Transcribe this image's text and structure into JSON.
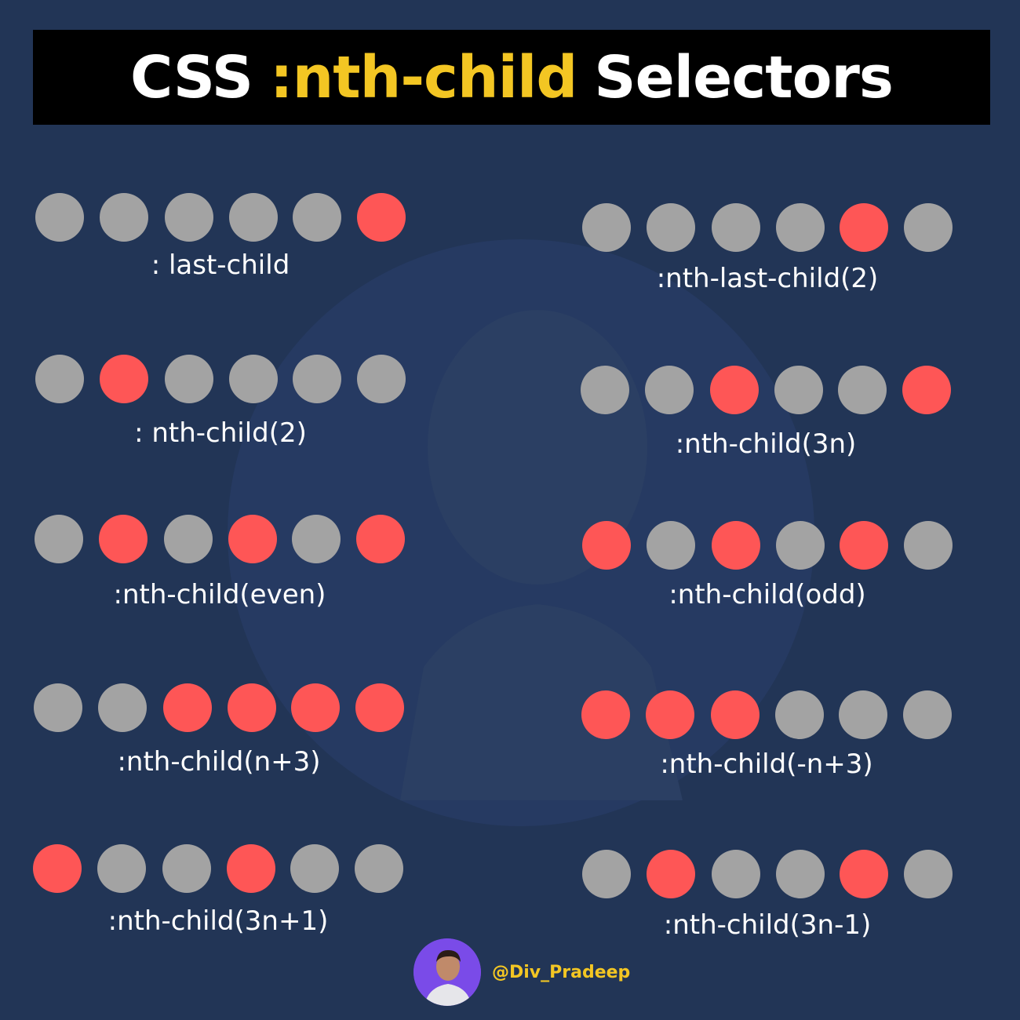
{
  "title": {
    "prefix": "CSS",
    "accent": ":nth-child",
    "suffix": "Selectors"
  },
  "colors": {
    "background": "#223556",
    "inactive": "#a3a3a3",
    "active": "#fe5656",
    "accent": "#f3c623",
    "title_bar": "#000000"
  },
  "demos": [
    {
      "label": ": last-child",
      "active": [
        6
      ]
    },
    {
      "label": ":nth-last-child(2)",
      "active": [
        5
      ]
    },
    {
      "label": ": nth-child(2)",
      "active": [
        2
      ]
    },
    {
      "label": ":nth-child(3n)",
      "active": [
        3,
        6
      ]
    },
    {
      "label": ":nth-child(even)",
      "active": [
        2,
        4,
        6
      ]
    },
    {
      "label": ":nth-child(odd)",
      "active": [
        1,
        3,
        5
      ]
    },
    {
      "label": ":nth-child(n+3)",
      "active": [
        3,
        4,
        5,
        6
      ]
    },
    {
      "label": ":nth-child(-n+3)",
      "active": [
        1,
        2,
        3
      ]
    },
    {
      "label": ":nth-child(3n+1)",
      "active": [
        1,
        4
      ]
    },
    {
      "label": ":nth-child(3n-1)",
      "active": [
        2,
        5
      ]
    }
  ],
  "footer": {
    "handle": "@Div_Pradeep",
    "avatar_icon": "profile-photo"
  }
}
